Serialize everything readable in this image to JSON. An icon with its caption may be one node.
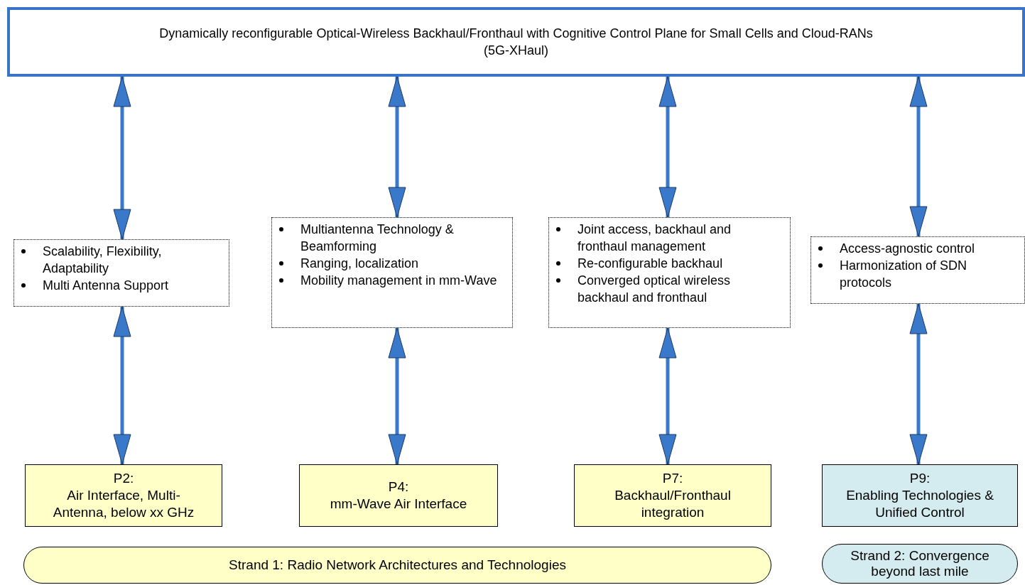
{
  "diagram": {
    "nodes": [
      {
        "text": [
          "Dynamically reconfigurable Optical-Wireless Backhaul/Fronthaul with Cognitive Control Plane for Small Cells and Cloud-RANs",
          "(5G-XHaul)"
        ]
      },
      {
        "text": [
          "Scalability, Flexibility, Adaptability",
          "Multi Antenna Support"
        ]
      },
      {
        "text": [
          "Multiantenna Technology & Beamforming",
          "Ranging, localization",
          "Mobility management in mm-Wave"
        ]
      },
      {
        "text": [
          "Joint access, backhaul and fronthaul management",
          "Re-configurable backhaul",
          "Converged optical wireless backhaul and fronthaul"
        ]
      },
      {
        "text": [
          "Access-agnostic control",
          "Harmonization of SDN protocols"
        ]
      },
      {
        "text": [
          "P2:",
          "Air Interface, Multi-Antenna, below xx GHz"
        ]
      },
      {
        "text": [
          "P4:",
          "mm-Wave Air Interface"
        ]
      },
      {
        "text": [
          "P7:",
          "Backhaul/Fronthaul integration"
        ]
      },
      {
        "text": [
          "P9:",
          "Enabling Technologies & Unified Control"
        ]
      },
      {
        "text": [
          "Strand 1: Radio Network Architectures and Technologies"
        ]
      },
      {
        "text": [
          "Strand 2: Convergence beyond last mile"
        ]
      }
    ],
    "edges": [
      {
        "from": 0,
        "to": 1,
        "arrow": "both"
      },
      {
        "from": 1,
        "to": 5,
        "arrow": "both"
      },
      {
        "from": 0,
        "to": 2,
        "arrow": "both"
      },
      {
        "from": 2,
        "to": 6,
        "arrow": "both"
      },
      {
        "from": 0,
        "to": 3,
        "arrow": "both"
      },
      {
        "from": 3,
        "to": 7,
        "arrow": "both"
      },
      {
        "from": 0,
        "to": 4,
        "arrow": "both"
      },
      {
        "from": 4,
        "to": 8,
        "arrow": "both"
      }
    ]
  }
}
